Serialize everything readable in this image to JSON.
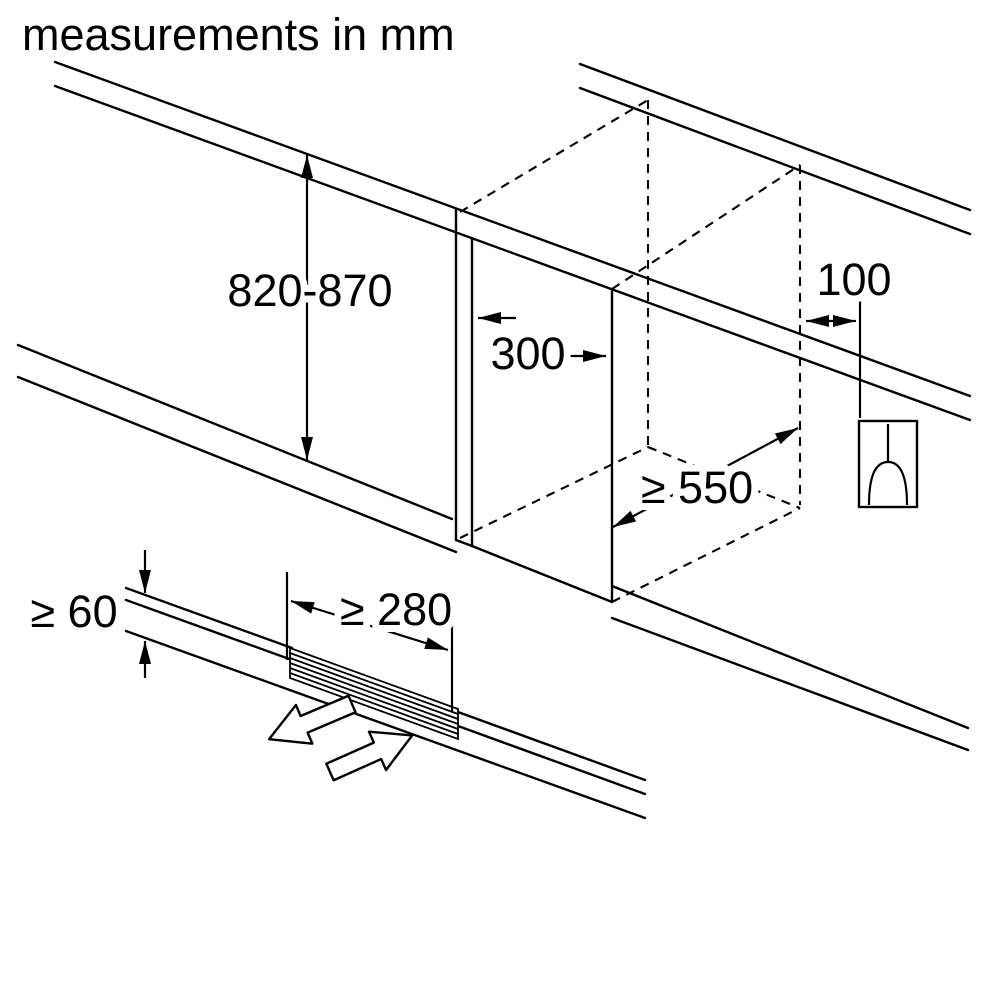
{
  "title": "measurements in mm",
  "labels": {
    "niche_height": "820-870",
    "niche_width": "300",
    "socket_distance": "100",
    "niche_depth": "≥ 550",
    "plinth_height": "≥ 60",
    "vent_width": "≥ 280"
  },
  "icons": {
    "socket": "power-socket",
    "airflow_out": "block-arrow-down-left",
    "airflow_in": "block-arrow-up-right"
  },
  "colors": {
    "line": "#000000",
    "background": "#ffffff"
  }
}
